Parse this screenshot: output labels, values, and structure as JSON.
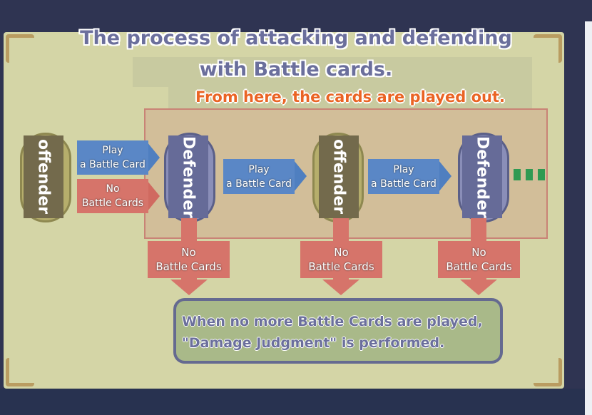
{
  "title": {
    "line1": "The process of attacking and defending",
    "line2": "with Battle cards."
  },
  "subtitle": "From here, the cards are played out.",
  "roles": {
    "offender": "offender",
    "defender": "Defender"
  },
  "labels": {
    "play_line1": "Play",
    "play_line2": "a Battle Card",
    "no_line1": "No",
    "no_line2": "Battle Cards"
  },
  "judgment": {
    "line1": "When no more Battle Cards are played,",
    "line2": "\"Damage Judgment\" is performed."
  },
  "colors": {
    "offender": "#736a4c",
    "defender": "#666b98",
    "play": "#5a87c6",
    "no": "#d6746a",
    "title": "#6b6f9c",
    "subtitle": "#ea6424"
  }
}
